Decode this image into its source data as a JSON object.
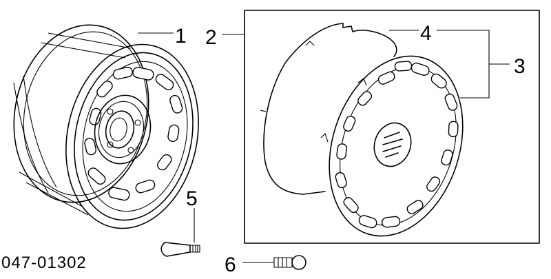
{
  "diagram": {
    "part_code": "047-01302",
    "callouts": [
      {
        "id": "1",
        "label": "1"
      },
      {
        "id": "2",
        "label": "2"
      },
      {
        "id": "3",
        "label": "3"
      },
      {
        "id": "4",
        "label": "4"
      },
      {
        "id": "5",
        "label": "5"
      },
      {
        "id": "6",
        "label": "6"
      }
    ]
  }
}
